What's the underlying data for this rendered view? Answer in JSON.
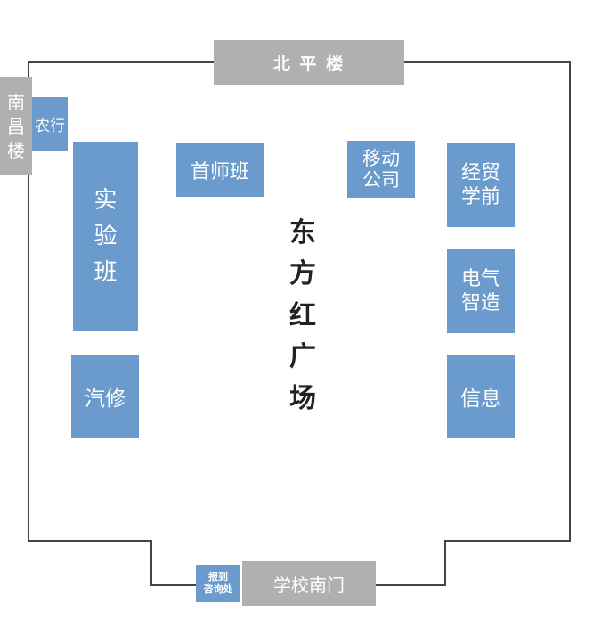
{
  "map": {
    "north_building": "北 平 楼",
    "south_building": "南\n昌\n楼",
    "agri_bank": "农行",
    "shoushi_class": "首师班",
    "mobile_company": "移动\n公司",
    "experiment_class": "实\n验\n班",
    "auto_repair": "汽修",
    "economics_preschool": "经贸\n学前",
    "electrical_manufacturing": "电气\n智造",
    "information": "信息",
    "plaza": "东\n方\n红\n广\n场",
    "registration_desk": "报到\n咨询处",
    "south_gate": "学校南门"
  },
  "colors": {
    "department_box": "#6a9bcc",
    "building_box": "#b0b0b0",
    "boundary_line": "#444444"
  }
}
